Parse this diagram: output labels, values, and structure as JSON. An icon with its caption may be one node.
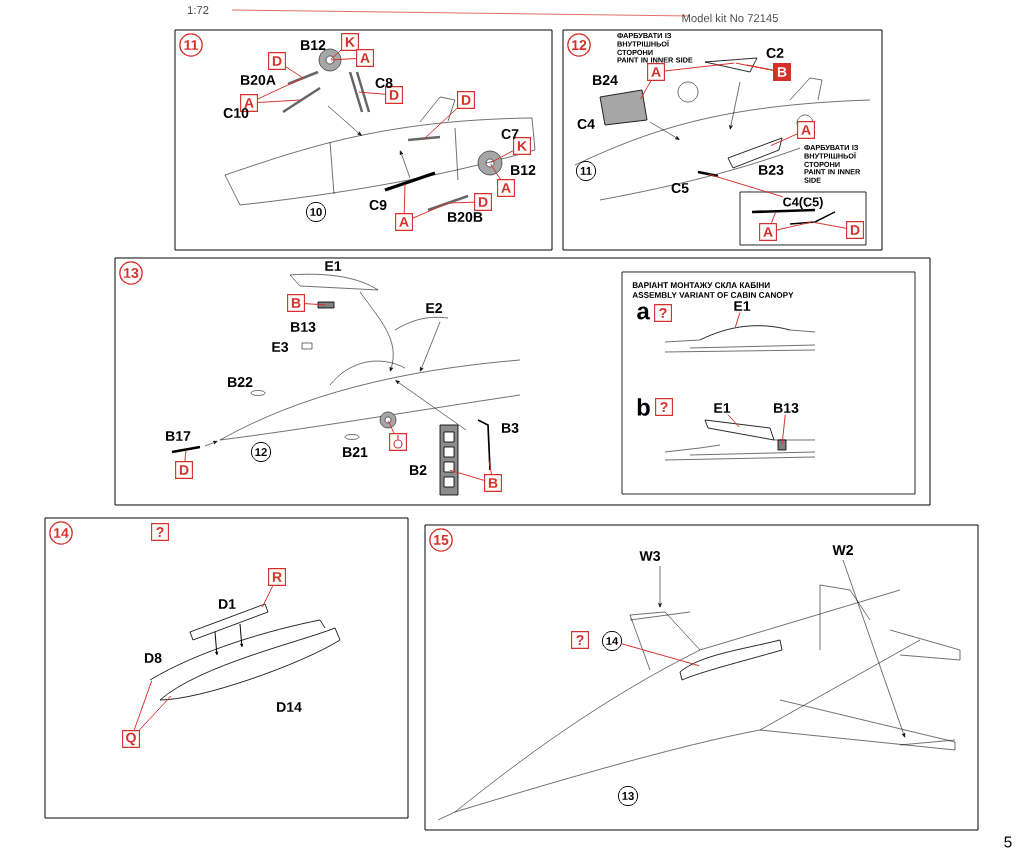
{
  "diagram": {
    "nodes": [
      {
        "text": [
          "11"
        ]
      },
      {
        "text": [
          "12"
        ]
      },
      {
        "text": [
          "13"
        ]
      },
      {
        "text": [
          "ВАРІАНТ МОНТАЖУ СКЛА КАБІНИ",
          "ASSEMBLY VARIANT OF CABIN CANOPY"
        ],
        "in": 2
      },
      {
        "text": [
          "14"
        ]
      },
      {
        "text": [
          "15"
        ]
      },
      {
        "text": [
          "K"
        ],
        "in": 0
      },
      {
        "text": [
          "A"
        ],
        "in": 0
      },
      {
        "text": [
          "D"
        ],
        "in": 0
      },
      {
        "text": [
          "A"
        ],
        "in": 0
      },
      {
        "text": [
          "D"
        ],
        "in": 0
      },
      {
        "text": [
          "D"
        ],
        "in": 0
      },
      {
        "text": [
          "K"
        ],
        "in": 0
      },
      {
        "text": [
          "A"
        ],
        "in": 0
      },
      {
        "text": [
          "D"
        ],
        "in": 0
      },
      {
        "text": [
          "A"
        ],
        "in": 0
      },
      {
        "text": [
          "A"
        ],
        "in": 1
      },
      {
        "text": [
          "B"
        ],
        "in": 1
      },
      {
        "text": [
          "A"
        ],
        "in": 1
      },
      {
        "text": [
          "C4(C5)"
        ],
        "in": 1
      },
      {
        "text": [
          "A"
        ],
        "in": 19
      },
      {
        "text": [
          "D"
        ],
        "in": 19
      },
      {
        "text": [
          "B"
        ],
        "in": 2
      },
      {
        "text": [],
        "shape": "box",
        "in": 2
      },
      {
        "text": [
          "D"
        ],
        "in": 2
      },
      {
        "text": [
          "B"
        ],
        "in": 2
      },
      {
        "text": [
          "?"
        ],
        "beside": [
          "a"
        ],
        "in": 3
      },
      {
        "text": [
          "E1"
        ],
        "in": 3
      },
      {
        "text": [
          "?"
        ],
        "beside": [
          "b"
        ],
        "in": 3
      },
      {
        "text": [
          "E1"
        ],
        "in": 3
      },
      {
        "text": [
          "B13"
        ],
        "in": 3
      },
      {
        "text": [
          "?"
        ],
        "in": 4
      },
      {
        "text": [
          "R"
        ],
        "in": 4
      },
      {
        "text": [
          "Q"
        ],
        "in": 4
      },
      {
        "text": [
          "?"
        ],
        "in": 5
      },
      {
        "text": [
          "14"
        ],
        "in": 5
      },
      {
        "text": [
          "10"
        ],
        "in": 0
      },
      {
        "text": [
          "11"
        ],
        "in": 1
      },
      {
        "text": [
          "12"
        ],
        "in": 2
      },
      {
        "text": [
          "13"
        ],
        "in": 5
      },
      {
        "text": [],
        "shape": "circle",
        "in": 0
      },
      {
        "text": [],
        "shape": "bar",
        "in": 0
      },
      {
        "text": [],
        "shape": "bar",
        "in": 0
      },
      {
        "text": [],
        "shape": "bar",
        "in": 0
      },
      {
        "text": [],
        "shape": "bar",
        "in": 0
      },
      {
        "text": [],
        "shape": "circle",
        "in": 0
      },
      {
        "text": [],
        "shape": "bar",
        "in": 0
      },
      {
        "text": [],
        "shape": "bar",
        "in": 0
      },
      {
        "text": [],
        "shape": "picture",
        "in": 1
      },
      {
        "text": [],
        "shape": "picture",
        "in": 1
      },
      {
        "text": [],
        "shape": "picture",
        "in": 1
      },
      {
        "text": [],
        "shape": "bar",
        "in": 1
      },
      {
        "text": [],
        "shape": "bar",
        "in": 19
      },
      {
        "text": [],
        "shape": "bar",
        "in": 19
      },
      {
        "text": [],
        "shape": "bar",
        "in": 2
      },
      {
        "text": [],
        "shape": "circle",
        "in": 2
      },
      {
        "text": [],
        "shape": "bar",
        "in": 2
      },
      {
        "text": [],
        "shape": "picture",
        "in": 2
      },
      {
        "text": [],
        "shape": "bar",
        "in": 2
      },
      {
        "text": [],
        "shape": "picture",
        "in": 3
      },
      {
        "text": [],
        "shape": "picture",
        "in": 3
      },
      {
        "text": [],
        "shape": "bar",
        "in": 3
      },
      {
        "text": [],
        "shape": "bar",
        "in": 4
      },
      {
        "text": [],
        "shape": "picture",
        "in": 4
      },
      {
        "text": [],
        "shape": "picture",
        "in": 4
      },
      {
        "text": [],
        "shape": "picture",
        "in": 5
      }
    ],
    "edges": [
      {
        "from": 6,
        "to": 40,
        "arrow": "none"
      },
      {
        "from": 7,
        "to": 40,
        "arrow": "none"
      },
      {
        "from": 8,
        "to": 41,
        "arrow": "none"
      },
      {
        "from": 9,
        "to": 41,
        "arrow": "none"
      },
      {
        "from": 9,
        "to": 42,
        "arrow": "none"
      },
      {
        "from": 10,
        "to": 43,
        "arrow": "none"
      },
      {
        "from": 11,
        "to": 44,
        "arrow": "none"
      },
      {
        "from": 12,
        "to": 45,
        "arrow": "none"
      },
      {
        "from": 13,
        "to": 45,
        "arrow": "none"
      },
      {
        "from": 14,
        "to": 47,
        "arrow": "none"
      },
      {
        "from": 15,
        "to": 46,
        "arrow": "none"
      },
      {
        "from": 15,
        "to": 47,
        "arrow": "none"
      },
      {
        "from": 16,
        "to": 48,
        "arrow": "none"
      },
      {
        "from": 16,
        "to": 49,
        "arrow": "none"
      },
      {
        "from": 17,
        "to": 48,
        "arrow": "none"
      },
      {
        "from": 17,
        "to": 48,
        "arrow": "none"
      },
      {
        "from": 18,
        "to": 50,
        "arrow": "none"
      },
      {
        "from": 19,
        "to": 51,
        "arrow": "none"
      },
      {
        "from": 20,
        "to": 52,
        "arrow": "none"
      },
      {
        "from": 20,
        "to": 53,
        "arrow": "none"
      },
      {
        "from": 21,
        "to": 53,
        "arrow": "none"
      },
      {
        "from": 22,
        "to": 54,
        "arrow": "none"
      },
      {
        "from": 23,
        "to": 55,
        "arrow": "none"
      },
      {
        "from": 24,
        "to": 56,
        "arrow": "none"
      },
      {
        "from": 25,
        "to": 57,
        "arrow": "none"
      },
      {
        "from": 25,
        "to": 58,
        "arrow": "none"
      },
      {
        "from": 27,
        "to": 59,
        "arrow": "none"
      },
      {
        "from": 29,
        "to": 60,
        "arrow": "none"
      },
      {
        "from": 30,
        "to": 61,
        "arrow": "none"
      },
      {
        "from": 32,
        "to": 62,
        "arrow": "none"
      },
      {
        "from": 33,
        "to": 63,
        "arrow": "none"
      },
      {
        "from": 33,
        "to": 64,
        "arrow": "none"
      },
      {
        "from": 35,
        "to": 65,
        "arrow": "none"
      },
      {
        "from": 62,
        "to": 63,
        "arrow": "to",
        "color": "#000000"
      },
      {
        "from": 62,
        "to": 63,
        "arrow": "to",
        "color": "#000000"
      }
    ],
    "labels": [
      "1:72",
      "Model kit No 72145",
      "B12",
      "B20A",
      "C8",
      "C10",
      "C7",
      "B12",
      "C9",
      "B20B",
      "ФАРБУВАТИ ІЗ ВНУТРІШНЬОЇ СТОРОНИ",
      "PAINT IN INNER SIDE",
      "C2",
      "B24",
      "C4",
      "B23",
      "ФАРБУВАТИ ІЗ ВНУТРІШНЬОЇ СТОРОНИ",
      "PAINT IN INNER SIDE",
      "C5",
      "E1",
      "B13",
      "E2",
      "E3",
      "B22",
      "B17",
      "B21",
      "B3",
      "B2",
      "D1",
      "D8",
      "D14",
      "W3",
      "W2",
      "5"
    ]
  }
}
